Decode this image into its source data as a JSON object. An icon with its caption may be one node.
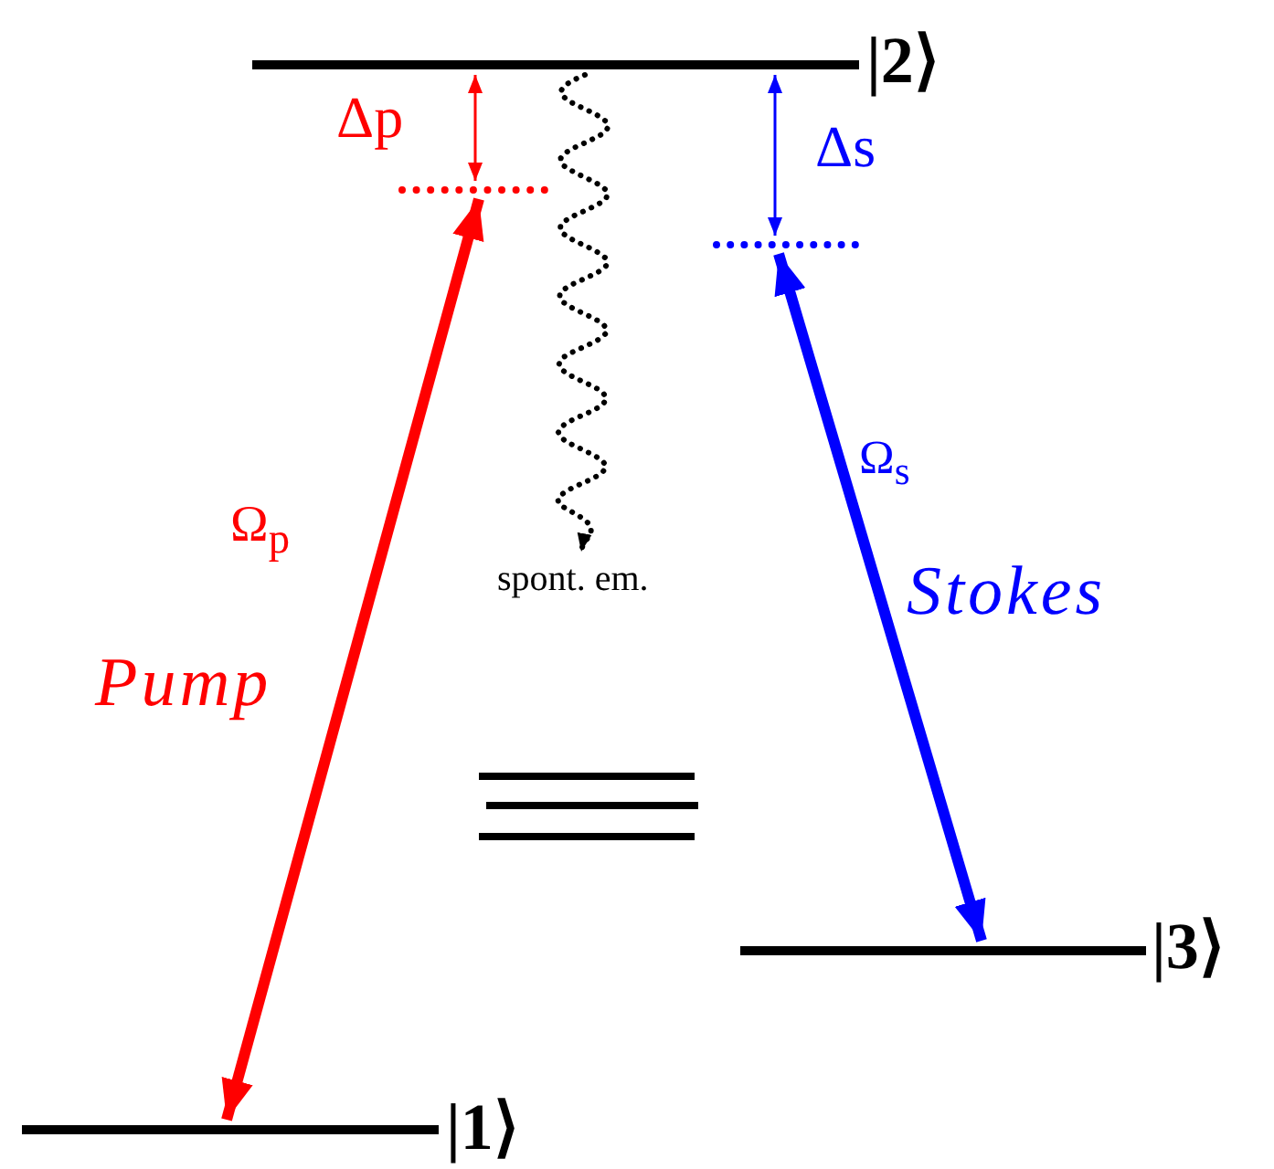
{
  "diagram": {
    "nodes": [
      {
        "text": [
          "|2⟩"
        ]
      },
      {
        "text": [
          "|1⟩"
        ]
      },
      {
        "text": [
          "|3⟩"
        ]
      },
      {
        "text": [],
        "shape": "bar"
      },
      {
        "text": [],
        "shape": "bar"
      },
      {
        "text": [
          "spont. em."
        ]
      }
    ],
    "edges": [
      {
        "from": 1,
        "to": 3,
        "arrow": "both",
        "label": "Ω$_{p}$",
        "style": "thick",
        "color": "#ff0000"
      },
      {
        "from": 4,
        "to": 2,
        "arrow": "both",
        "label": "Ω$_{s}$",
        "style": "thick",
        "color": "#0000ff"
      },
      {
        "from": 0,
        "to": 3,
        "arrow": "both",
        "label": "Δp",
        "color": "#ff0000"
      },
      {
        "from": 0,
        "to": 4,
        "arrow": "both",
        "label": "Δs",
        "color": "#0000ff"
      },
      {
        "from": 0,
        "to": 5,
        "arrow": "to",
        "style": "dashed",
        "color": "#000000"
      }
    ],
    "labels": [
      "Pump",
      "Stokes"
    ]
  }
}
